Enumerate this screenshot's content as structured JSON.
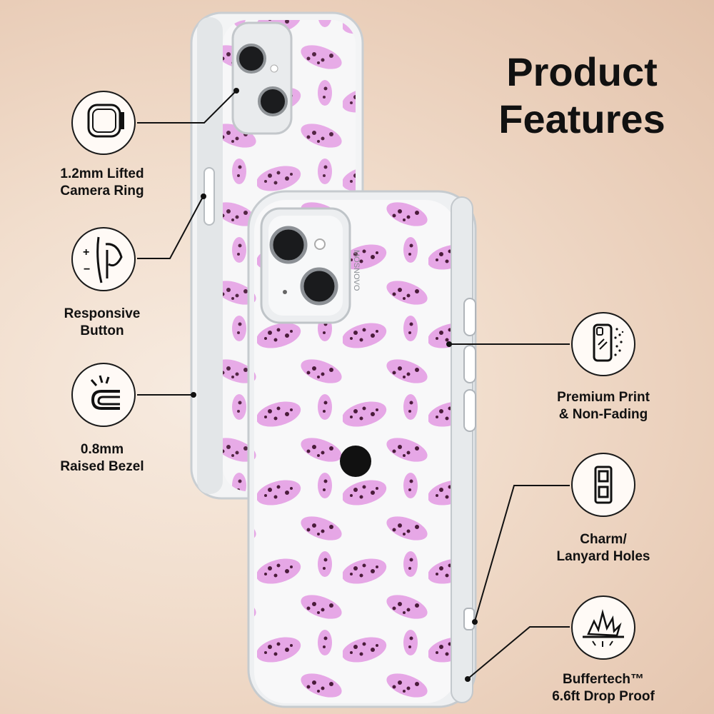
{
  "header": {
    "title_line1": "Product",
    "title_line2": "Features"
  },
  "features": [
    {
      "line1": "1.2mm Lifted",
      "line2": "Camera Ring",
      "icon": "camera-ring-icon"
    },
    {
      "line1": "Responsive",
      "line2": "Button",
      "icon": "responsive-button-icon"
    },
    {
      "line1": "0.8mm",
      "line2": "Raised Bezel",
      "icon": "raised-bezel-icon"
    },
    {
      "line1": "Premium Print",
      "line2": "& Non-Fading",
      "icon": "premium-print-icon"
    },
    {
      "line1": "Charm/",
      "line2": "Lanyard Holes",
      "icon": "lanyard-holes-icon"
    },
    {
      "line1": "Buffertech™",
      "line2": "6.6ft Drop Proof",
      "icon": "drop-proof-icon"
    }
  ],
  "product": {
    "brand": "MOSNOVO",
    "print_pattern": "pink leopard",
    "colors": {
      "leopard_pink": "#e6a7e6",
      "spots": "#4a1b3a",
      "case_edge": "#d9dde0"
    }
  }
}
